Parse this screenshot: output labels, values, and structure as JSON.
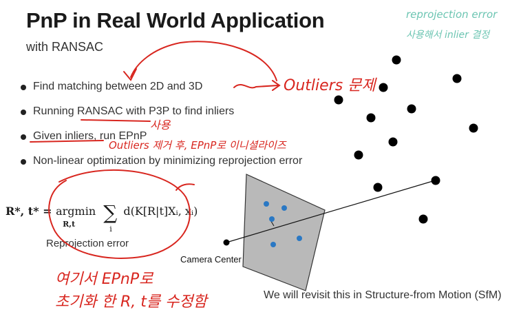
{
  "slide": {
    "title": "PnP in Real World Application",
    "subtitle": "with RANSAC",
    "bullets": [
      "Find matching between 2D and 3D",
      "Running RANSAC with P3P to find inliers",
      "Given inliers, run EPnP",
      "Non-linear optimization by minimizing reprojection error"
    ],
    "formula": {
      "lhs": "R*, t* = ",
      "operator": "argmin",
      "operator_subscript": "R,t",
      "sum_symbol": "∑",
      "sum_subscript": "i",
      "rhs": "d(K[R|t]Xᵢ, xᵢ)"
    },
    "formula_caption": "Reprojection error",
    "camera_label": "Camera Center",
    "sfm_note": "We will revisit this in Structure-from Motion (SfM)"
  },
  "annotations": {
    "red_color": "#d8261f",
    "teal_color": "#6cc5b2",
    "outliers_note": "Outliers 문제",
    "use_note": "사용",
    "removal_note": "Outliers 제거 후, EPnP로 이니셜라이즈",
    "epnp_note_line1": "여기서 EPnP로",
    "epnp_note_line2": "초기화 한 R, t를 수정함",
    "teal_note_line1": "reprojection error",
    "teal_note_line2": "사용해서 inlier 결정"
  }
}
